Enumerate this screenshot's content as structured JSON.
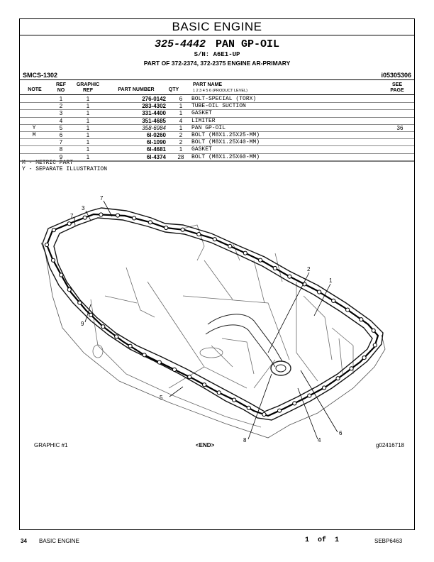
{
  "banner": "BASIC ENGINE",
  "header": {
    "part_number": "325-4442",
    "part_name": "PAN GP-OIL",
    "serial": "S/N: A6E1-UP",
    "part_of": "PART OF 372-2374, 372-2375 ENGINE AR-PRIMARY",
    "smcs": "SMCS-1302",
    "ident": "i05305306"
  },
  "columns": {
    "note": "NOTE",
    "ref_no_1": "REF",
    "ref_no_2": "NO",
    "graphic_ref_1": "GRAPHIC",
    "graphic_ref_2": "REF",
    "part_number": "PART NUMBER",
    "qty": "QTY",
    "part_name": "PART NAME",
    "product_level": "1  2  3  4  5  6  (PRODUCT LEVEL)",
    "see_page_1": "SEE",
    "see_page_2": "PAGE"
  },
  "rows": [
    {
      "note": "",
      "ref": "1",
      "graphic": "1",
      "part": "276-0142",
      "qty": "6",
      "name": "BOLT-SPECIAL (TORX)",
      "see": "",
      "italic": false
    },
    {
      "note": "",
      "ref": "2",
      "graphic": "1",
      "part": "283-4302",
      "qty": "1",
      "name": "TUBE-OIL SUCTION",
      "see": "",
      "italic": false
    },
    {
      "note": "",
      "ref": "3",
      "graphic": "1",
      "part": "331-4400",
      "qty": "1",
      "name": "GASKET",
      "see": "",
      "italic": false
    },
    {
      "note": "",
      "ref": "4",
      "graphic": "1",
      "part": "351-4685",
      "qty": "4",
      "name": "LIMITER",
      "see": "",
      "italic": false
    },
    {
      "note": "Y",
      "ref": "5",
      "graphic": "1",
      "part": "358-6984",
      "qty": "1",
      "name": "PAN GP-OIL",
      "see": "36",
      "italic": true
    },
    {
      "note": "M",
      "ref": "6",
      "graphic": "1",
      "part": "6I-0260",
      "qty": "2",
      "name": "BOLT (M8X1.25X25-MM)",
      "see": "",
      "italic": false
    },
    {
      "note": "",
      "ref": "7",
      "graphic": "1",
      "part": "6I-1090",
      "qty": "2",
      "name": "BOLT (M8X1.25X40-MM)",
      "see": "",
      "italic": false
    },
    {
      "note": "",
      "ref": "8",
      "graphic": "1",
      "part": "6I-4681",
      "qty": "1",
      "name": "GASKET",
      "see": "",
      "italic": false
    },
    {
      "note": "",
      "ref": "9",
      "graphic": "1",
      "part": "6I-4374",
      "qty": "28",
      "name": "BOLT (M8X1.25X60-MM)",
      "see": "",
      "italic": false
    }
  ],
  "legend": {
    "metric": "M - METRIC PART",
    "separate": "Y - SEPARATE ILLUSTRATION"
  },
  "callouts": [
    "7",
    "3",
    "7",
    "2",
    "1",
    "9",
    "5",
    "8",
    "4",
    "6"
  ],
  "graphic_footer": {
    "left": "GRAPHIC #1",
    "center": "<END>",
    "right": "g02416718"
  },
  "page_footer": {
    "page": "34",
    "section": "BASIC ENGINE",
    "of": "1  of  1",
    "doc": "SEBP6463"
  }
}
